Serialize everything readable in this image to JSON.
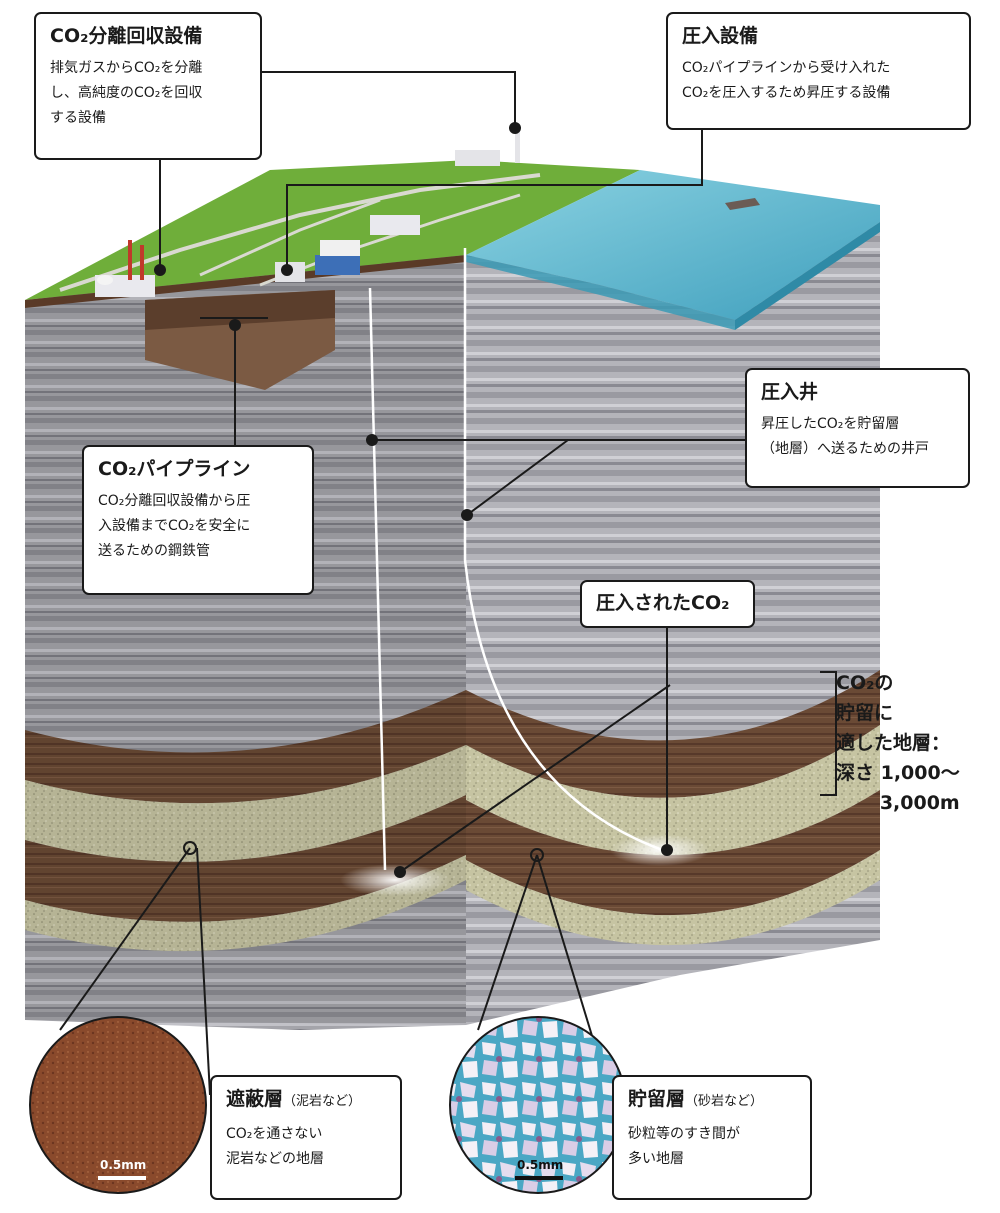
{
  "separation": {
    "title": "CO₂分離回収設備",
    "desc": [
      "排気ガスからCO₂を分離",
      "し、高純度のCO₂を回収",
      "する設備"
    ]
  },
  "compression": {
    "title": "圧入設備",
    "desc": [
      "CO₂パイプラインから受け入れた",
      "CO₂を圧入するため昇圧する設備"
    ]
  },
  "injection_well": {
    "title": "圧入井",
    "desc": [
      "昇圧したCO₂を貯留層",
      "（地層）へ送るための井戸"
    ]
  },
  "pipeline": {
    "title": "CO₂パイプライン",
    "desc": [
      "CO₂分離回収設備から圧",
      "入設備までCO₂を安全に",
      "送るための鋼鉄管"
    ]
  },
  "injected": {
    "title": "圧入されたCO₂"
  },
  "depth_note": [
    "CO₂の",
    "貯留に",
    "適した地層：",
    "深さ 1,000～",
    "3,000m"
  ],
  "caprock": {
    "title": "遮蔽層",
    "note": "（泥岩など）",
    "desc": [
      "CO₂を通さない",
      "泥岩などの地層"
    ],
    "scale": "0.5mm"
  },
  "reservoir": {
    "title": "貯留層",
    "note": "（砂岩など）",
    "desc": [
      "砂粒等のすき間が",
      "多い地層"
    ],
    "scale": "0.5mm"
  },
  "colors": {
    "grass": "#6fae3a",
    "sea": "#5ab3c9",
    "gray_strata": "#9a9aa0",
    "brown_caprock": "#6a4a35",
    "sand_reservoir": "#c9c7a6",
    "line": "#1a1a1a"
  }
}
